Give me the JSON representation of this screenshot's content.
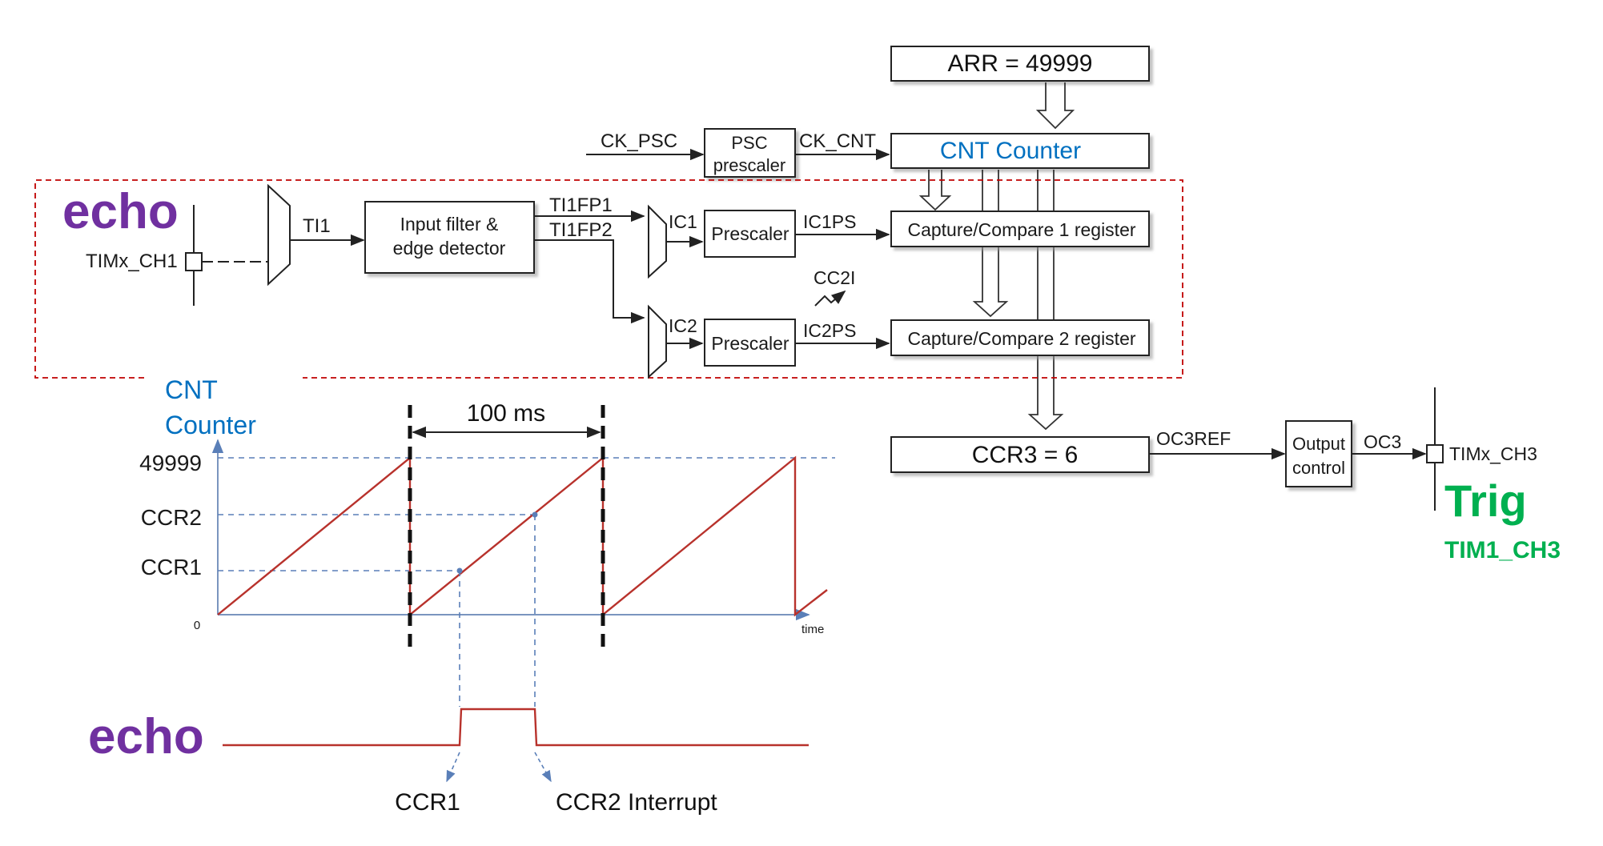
{
  "block": {
    "arr_label": "ARR = 49999",
    "ck_psc": "CK_PSC",
    "psc_line1": "PSC",
    "psc_line2": "prescaler",
    "ck_cnt": "CK_CNT",
    "cnt_counter": "CNT Counter",
    "echo_top": "echo",
    "timx_ch1": "TIMx_CH1",
    "ti1": "TI1",
    "input_filter_line1": "Input filter &",
    "input_filter_line2": "edge detector",
    "ti1fp1": "TI1FP1",
    "ti1fp2": "TI1FP2",
    "ic1": "IC1",
    "ic2": "IC2",
    "prescaler1": "Prescaler",
    "prescaler2": "Prescaler",
    "ic1ps": "IC1PS",
    "ic2ps": "IC2PS",
    "cc2i": "CC2I",
    "cc1_register": "Capture/Compare 1 register",
    "cc2_register": "Capture/Compare 2 register",
    "ccr3_label": "CCR3 = 6",
    "oc3ref": "OC3REF",
    "output_line1": "Output",
    "output_line2": "control",
    "oc3": "OC3",
    "timx_ch3": "TIMx_CH3",
    "trig": "Trig",
    "tim1_ch3": "TIM1_CH3"
  },
  "timing": {
    "cnt_line1": "CNT",
    "cnt_line2": "Counter",
    "period_label": "100 ms",
    "tick_max": "49999",
    "tick_ccr2": "CCR2",
    "tick_ccr1": "CCR1",
    "tick_zero": "0",
    "time_label": "time",
    "echo_label": "echo",
    "ccr1_event": "CCR1",
    "ccr2_event": "CCR2 Interrupt"
  },
  "colors": {
    "echo": "#7030a0",
    "trig": "#00b050",
    "cnt_blue": "#0070c0",
    "sawtooth_red": "#b8322c",
    "dashed_red": "#c00000"
  }
}
